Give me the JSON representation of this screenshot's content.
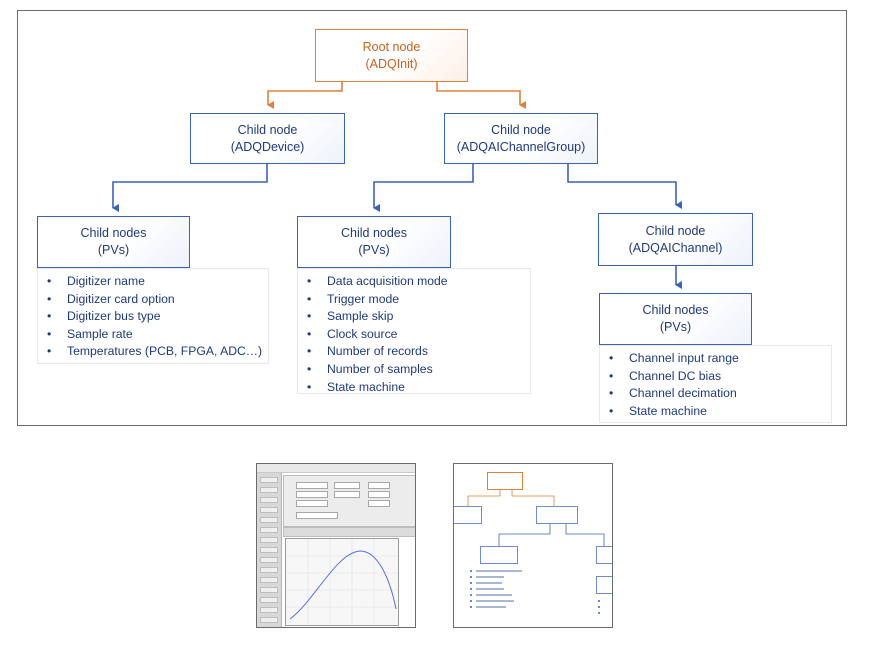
{
  "diagram": {
    "root": {
      "title": "Root node",
      "subtitle": "(ADQInit)"
    },
    "device": {
      "title": "Child node",
      "subtitle": "(ADQDevice)"
    },
    "group": {
      "title": "Child node",
      "subtitle": "(ADQAIChannelGroup)"
    },
    "device_pvs": {
      "title": "Child nodes",
      "subtitle": "(PVs)",
      "items": [
        "Digitizer name",
        "Digitizer card option",
        "Digitizer bus type",
        "Sample rate",
        "Temperatures (PCB, FPGA, ADC…)"
      ]
    },
    "group_pvs": {
      "title": "Child nodes",
      "subtitle": "(PVs)",
      "items": [
        "Data acquisition mode",
        "Trigger mode",
        "Sample skip",
        "Clock source",
        "Number of records",
        "Number of samples",
        "State machine"
      ]
    },
    "channel": {
      "title": "Child node",
      "subtitle": "(ADQAIChannel)"
    },
    "channel_pvs": {
      "title": "Child nodes",
      "subtitle": "(PVs)",
      "items": [
        "Channel input range",
        "Channel DC bias",
        "Channel decimation",
        "State machine"
      ]
    }
  },
  "colors": {
    "root_accent": "#e0803a",
    "child_accent": "#3b63b5",
    "text": "#1f3a7a"
  }
}
